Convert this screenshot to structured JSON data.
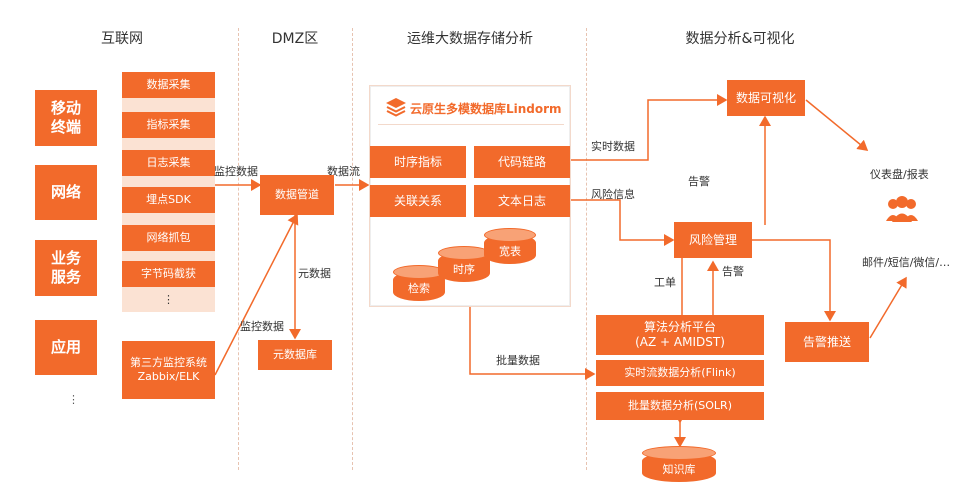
{
  "sections": {
    "internet": "互联网",
    "dmz": "DMZ区",
    "ops": "运维大数据存储分析",
    "analysis": "数据分析&可视化"
  },
  "sources": {
    "mobile": "移动终端",
    "network": "网络",
    "business": "业务服务",
    "app": "应用",
    "more": "⋮"
  },
  "collect": {
    "items": [
      "数据采集",
      "指标采集",
      "日志采集",
      "埋点SDK",
      "网络抓包",
      "字节码截获"
    ],
    "more": "⋮",
    "third_party": "第三方监控系统 Zabbix/ELK"
  },
  "edges": {
    "monitor1": "监控数据",
    "monitor2": "监控数据",
    "dataflow": "数据流",
    "metadata": "元数据",
    "realtime": "实时数据",
    "risk_info": "风险信息",
    "batch": "批量数据",
    "alert1": "告警",
    "alert2": "告警",
    "workorder": "工单"
  },
  "dmz": {
    "pipeline": "数据管道",
    "metadb": "元数据库"
  },
  "lindorm": {
    "title": "云原生多模数据库Lindorm",
    "boxes": [
      "时序指标",
      "代码链路",
      "关联关系",
      "文本日志"
    ],
    "engines": {
      "search": "检索",
      "timeseries": "时序",
      "widetable": "宽表"
    }
  },
  "analysis": {
    "visualization": "数据可视化",
    "risk": "风险管理",
    "alarm_push": "告警推送",
    "algo_title": "算法分析平台",
    "algo_sub": "(AZ + AMIDST)",
    "flink": "实时流数据分析(Flink)",
    "solr": "批量数据分析(SOLR)",
    "knowledge": "知识库",
    "dashboard": "仪表盘/报表",
    "channels": "邮件/短信/微信/…"
  },
  "colors": {
    "accent": "#f26a2b",
    "panel": "#fbe2d3",
    "line": "#f26a2b"
  },
  "icons": {
    "lindorm_logo": "stack-layers-icon",
    "users": "users-group-icon"
  }
}
